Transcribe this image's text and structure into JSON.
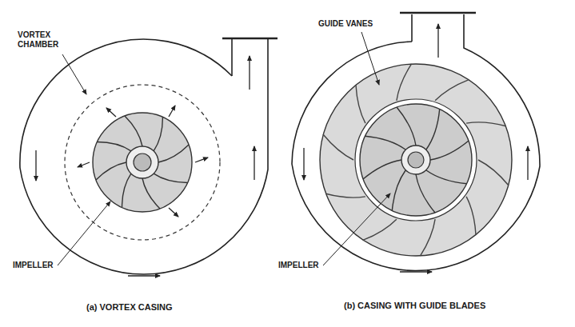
{
  "diagram": {
    "labels": [
      "VORTEX CHAMBER",
      "IMPELLER",
      "(a) VORTEX CASING",
      "GUIDE VANES",
      "IMPELLER",
      "(b) CASING WITH GUIDE BLADES"
    ]
  }
}
